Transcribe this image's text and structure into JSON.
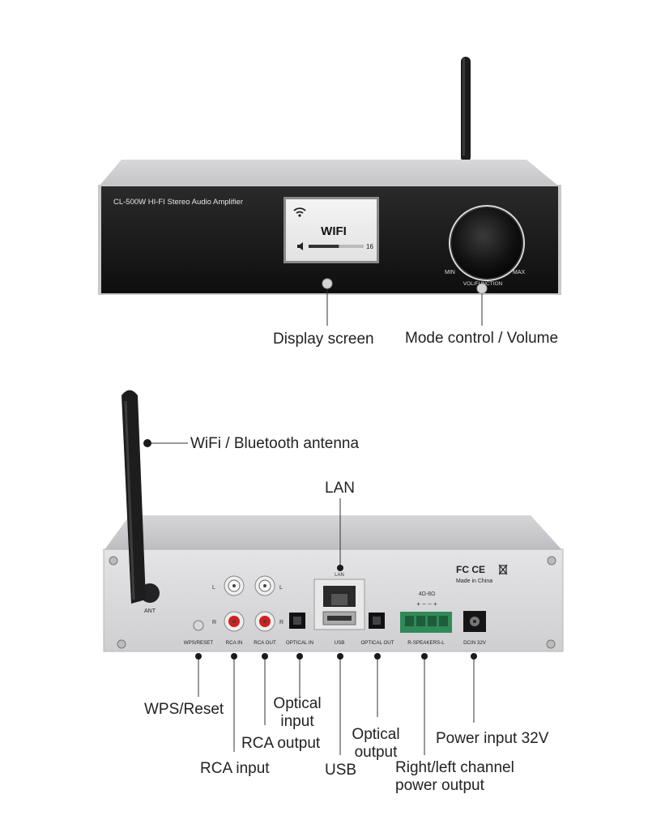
{
  "front": {
    "model_label": "CL-500W HI-FI Stereo Audio Amplifier",
    "screen": {
      "mode": "WIFI",
      "volume_value": "16",
      "volume_level": 0.55
    },
    "knob": {
      "min_label": "MIN",
      "max_label": "MAX",
      "function_label": "VOL/FUNCTION"
    }
  },
  "front_callouts": {
    "display": "Display screen",
    "mode_volume": "Mode control / Volume"
  },
  "rear": {
    "ant_label": "ANT",
    "lan_label": "LAN",
    "rca_l": "L",
    "rca_r": "R",
    "rca_out_l": "L",
    "rca_out_r": "R",
    "cert_marks": "FC CE",
    "made_in": "Made in China",
    "impedance": "4Ω-8Ω",
    "speaker_polarity": "+ − − +",
    "port_labels": {
      "wps_reset": "WPS/RESET",
      "rca_in": "RCA IN",
      "rca_out": "RCA OUT",
      "optical_in": "OPTICAL IN",
      "usb": "USB",
      "optical_out": "OPTICAL OUT",
      "speakers": "R-SPEAKERS-L",
      "dc_in": "DCIN 32V"
    }
  },
  "rear_callouts": {
    "antenna": "WiFi / Bluetooth antenna",
    "lan": "LAN",
    "wps_reset": "WPS/Reset",
    "optical_input_1": "Optical",
    "optical_input_2": "input",
    "rca_output": "RCA output",
    "optical_output_1": "Optical",
    "optical_output_2": "output",
    "power_input": "Power input 32V",
    "rca_input": "RCA input",
    "usb": "USB",
    "speaker_1": "Right/left channel",
    "speaker_2": "power output"
  }
}
